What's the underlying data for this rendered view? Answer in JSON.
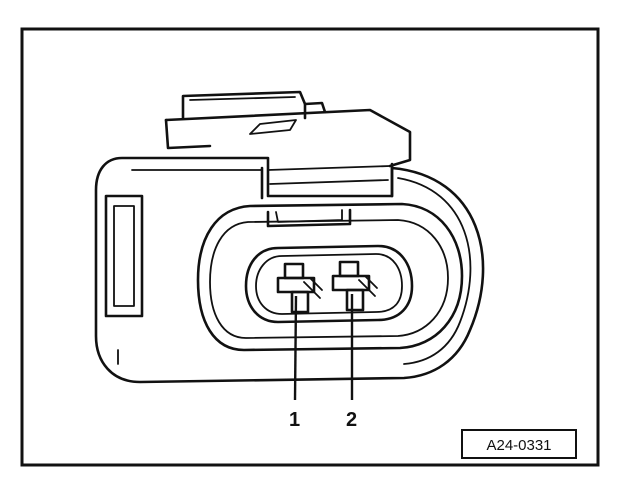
{
  "figure": {
    "callouts": [
      {
        "label": "1"
      },
      {
        "label": "2"
      }
    ],
    "reference_code": "A24-0331"
  }
}
